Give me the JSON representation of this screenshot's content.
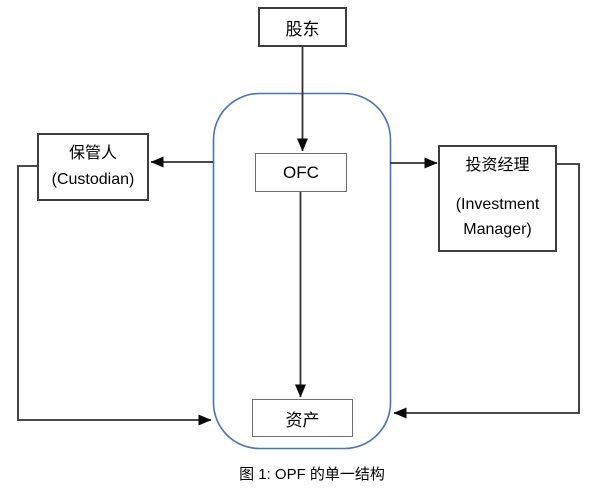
{
  "diagram": {
    "caption": "图 1: OPF 的单一结构",
    "nodes": {
      "shareholder": {
        "label": "股东"
      },
      "ofc": {
        "label": "OFC"
      },
      "custodian": {
        "label_zh": "保管人",
        "label_en": "(Custodian)"
      },
      "investment_manager": {
        "label_zh": "投资经理",
        "label_en_line1": "(Investment",
        "label_en_line2": "Manager)"
      },
      "asset": {
        "label": "资产"
      }
    },
    "edges": [
      {
        "from": "shareholder",
        "to": "ofc"
      },
      {
        "from": "ofc-container",
        "to": "custodian"
      },
      {
        "from": "ofc-container",
        "to": "investment_manager"
      },
      {
        "from": "ofc",
        "to": "asset"
      },
      {
        "from": "custodian",
        "to": "ofc-container-bottom-left"
      },
      {
        "from": "investment_manager",
        "to": "ofc-container-bottom-right"
      }
    ],
    "colors": {
      "container_border": "#4472c4",
      "connector": "#303030",
      "arrowhead": "#0a0a0a",
      "box_border_dark": "#3d3d3d",
      "box_border_gray": "#6e6e6e",
      "text": "#000000",
      "background": "#ffffff"
    }
  }
}
